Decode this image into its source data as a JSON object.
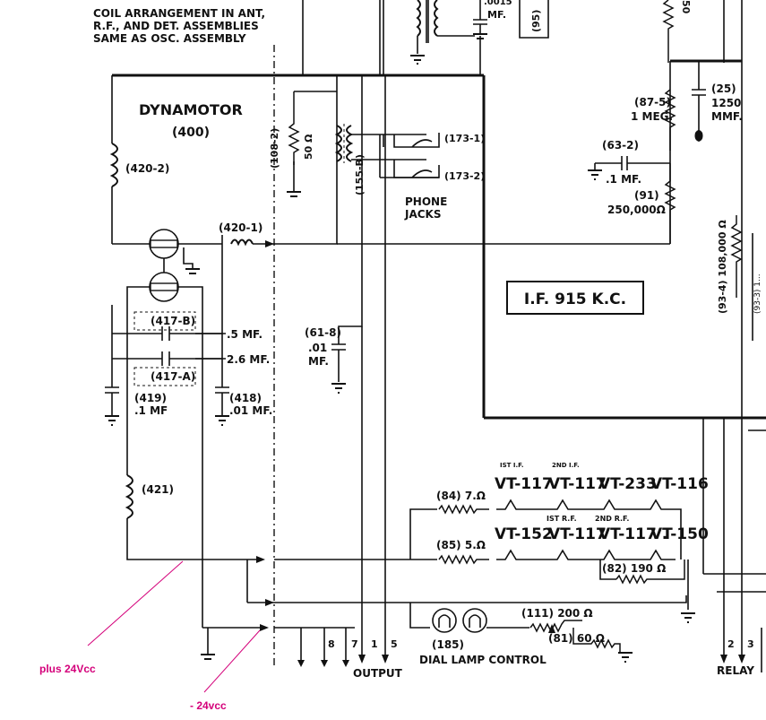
{
  "header_note": [
    "COIL ARRANGEMENT IN ANT,",
    "R.F., AND DET. ASSEMBLIES",
    "SAME AS OSC. ASSEMBLY"
  ],
  "dynamotor": {
    "title": "DYNAMOTOR",
    "number": "(400)"
  },
  "components": {
    "c420_2": "(420-2)",
    "c420_1": "(420-1)",
    "c421": "(421)",
    "c417b": "(417-B)",
    "c417a": "(417-A)",
    "c419_id": "(419)",
    "c419_val": ".1 MF",
    "c418_id": "(418)",
    "c418_val": ".01 MF.",
    "val_5mf": ".5 MF.",
    "val_26mf": "2.6 MF.",
    "c108_2": "(108-2)",
    "ohm50": "50 Ω",
    "c155_b": "(155-B)",
    "c61_8": "(61-8)",
    "val_01": ".01",
    "mf": "MF.",
    "jack1": "(173-1)",
    "jack2": "(173-2)",
    "phone": "PHONE",
    "jacks": "JACKS",
    "top_mf": "MF.",
    "top_95": "(95)",
    "top_50": "50",
    "c87_5": "(87-5)",
    "meg": "1 MEG.",
    "c63_2": "(63-2)",
    "c1mf": ".1 MF.",
    "c91": "(91)",
    "r250k": "250,000Ω",
    "c25": "(25)",
    "c1250": "1250",
    "mmf": "MMF.",
    "r93_4": "(93-4) 108,000 Ω",
    "r_edge": "(93-3) 1...",
    "if_freq": "I.F. 915 K.C."
  },
  "tubes": {
    "ist_if": "IST I.F.",
    "2nd_if": "2ND I.F.",
    "t1": "VT-117",
    "t2": "VT-117",
    "t3": "VT-233",
    "t4": "VT-116",
    "ist_rf": "IST R.F.",
    "2nd_rf": "2ND R.F.",
    "t5": "VT-152",
    "t6": "VT-117",
    "t7": "VT-117 .",
    "t8": "VT-150",
    "r84": "(84) 7.Ω",
    "r85": "(85) 5.Ω",
    "r82": "(82) 190 Ω"
  },
  "lamps": {
    "c185": "(185)",
    "r111": "(111) 200 Ω",
    "r81": "(81) 60 Ω",
    "label": "DIAL LAMP CONTROL"
  },
  "terminals": {
    "t8": "8",
    "t7": "7",
    "t1": "1",
    "t5": "5",
    "t2": "2",
    "t3": "3",
    "output": "OUTPUT",
    "relay": "RELAY"
  },
  "annotations": {
    "plus": "plus 24Vcc",
    "minus": "- 24vcc"
  },
  "colors": {
    "annotation": "#d4007a",
    "ink": "#111111"
  }
}
